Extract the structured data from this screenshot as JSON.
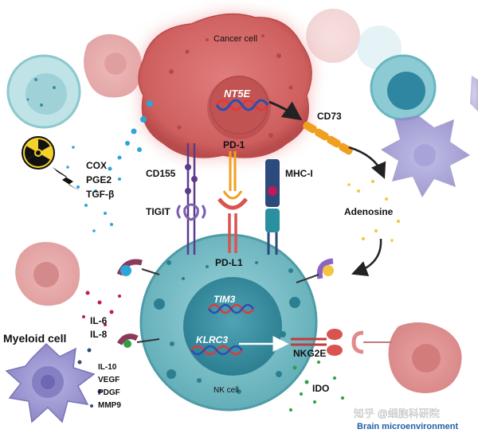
{
  "labels": {
    "cancer_cell": "Cancer cell",
    "nt5e": "NT5E",
    "cd73": "CD73",
    "pd1": "PD-1",
    "cd155": "CD155",
    "mhc1": "MHC-I",
    "tigit": "TIGIT",
    "adenosine": "Adenosine",
    "pdl1": "PD-L1",
    "tim3": "TIM3",
    "klrc3": "KLRC3",
    "nkg2e": "NKG2E",
    "nk_cell": "NK cell",
    "ido": "IDO",
    "cox": "COX",
    "pge2": "PGE2",
    "tgfb": "TGF-β",
    "il6": "IL-6",
    "il8": "IL-8",
    "myeloid_cell": "Myeloid cell",
    "il10": "IL-10",
    "vegf": "VEGF",
    "pdgf": "PDGF",
    "mmp9": "MMP9",
    "watermark": "知乎 @细胞科研院",
    "brain": "Brain microenvironment"
  },
  "colors": {
    "cancer_fill": "#d96a6a",
    "cancer_glow": "#f4a9a9",
    "nk_fill": "#7fc3cc",
    "nk_nucleus": "#3b8fa0",
    "myeloid_fill": "#9b97d0",
    "dna_red": "#e03a3a",
    "dna_blue": "#2b4fb5",
    "receptor_purple": "#5c3a8c",
    "receptor_orange": "#f0a020",
    "receptor_red": "#d9534f",
    "receptor_navy": "#2c4a7c",
    "brain_text": "#1f5fa8"
  },
  "icons": [
    "radiation-icon",
    "lightning-bolt-icon",
    "arrow-icon"
  ]
}
